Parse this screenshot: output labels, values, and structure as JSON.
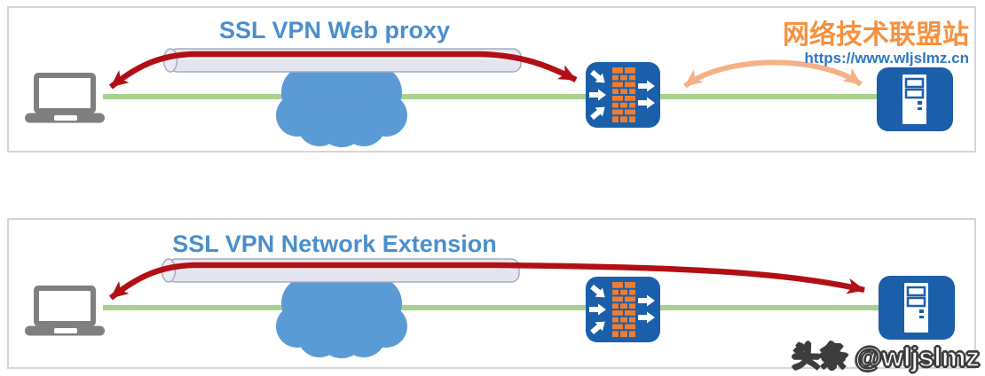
{
  "branding": {
    "site_name": "网络技术联盟站",
    "site_url": "https://www.wljslmz.cn",
    "watermark": "头条 @wljslmz"
  },
  "colors": {
    "title_blue": "#4A8FCB",
    "brand_orange": "#F59140",
    "url_blue": "#2E78C2",
    "cloud_blue": "#5B9BD5",
    "network_line_green": "#A9D18E",
    "tunnel_arrow_red": "#B20F15",
    "link_arrow_orange": "#F5B185",
    "node_blue": "#1B5FAA",
    "firewall_brick_orange": "#ED7D31",
    "laptop_gray": "#7F7F7F",
    "pipe_fill": "#E3E6F0",
    "pipe_border": "#A7ABBF",
    "panel_border": "#D5D5D5"
  },
  "diagram": {
    "panels": [
      {
        "title": "SSL VPN Web proxy",
        "nodes": [
          "laptop-client",
          "internet-cloud",
          "firewall-gateway",
          "web-server"
        ],
        "connections": [
          {
            "type": "ssl-tunnel-pipe-with-red-arrow",
            "from": "laptop-client",
            "to": "firewall-gateway",
            "bidirectional": true
          },
          {
            "type": "orange-curved-arrow",
            "from": "firewall-gateway",
            "to": "web-server",
            "bidirectional": true
          },
          {
            "type": "green-network-line",
            "from": "laptop-client",
            "to": "web-server"
          }
        ]
      },
      {
        "title": "SSL VPN Network Extension",
        "nodes": [
          "laptop-client",
          "internet-cloud",
          "firewall-gateway",
          "web-server"
        ],
        "connections": [
          {
            "type": "ssl-tunnel-pipe-with-red-arrow",
            "from": "laptop-client",
            "to": "web-server",
            "bidirectional": true
          },
          {
            "type": "green-network-line",
            "from": "laptop-client",
            "to": "web-server"
          }
        ]
      }
    ]
  }
}
